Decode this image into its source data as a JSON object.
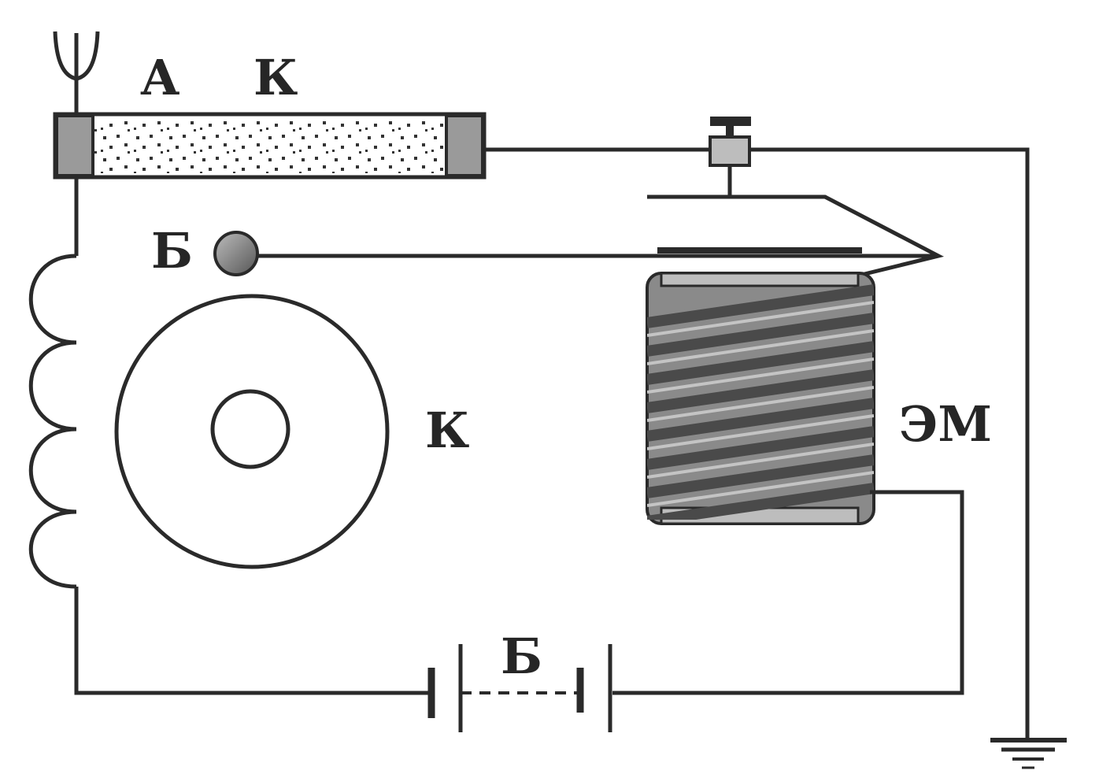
{
  "labels": {
    "antenna": "А",
    "coherer": "К",
    "bell": "Б",
    "coil": "К",
    "electromagnet": "ЭМ",
    "battery": "Б"
  },
  "colors": {
    "line": "#2a2a2a",
    "coherer_fill": "#e6e6e6",
    "coherer_cap": "#9a9a9a",
    "electromagnet_body": "#8a8a8a",
    "electromagnet_winding": "#5a5a5a",
    "bell_fill": "#888888"
  }
}
